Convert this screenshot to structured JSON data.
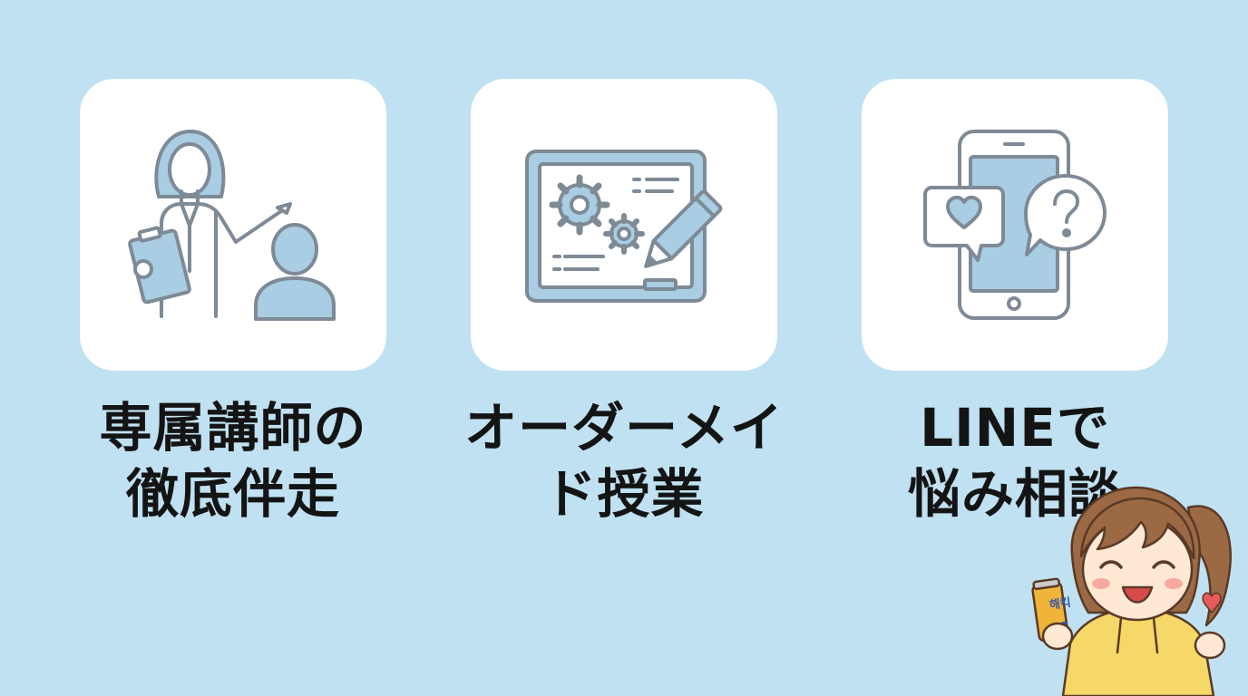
{
  "features": [
    {
      "line1": "専属講師の",
      "line2": "徹底伴走",
      "icon": "teacher-student-icon"
    },
    {
      "line1": "オーダーメイ",
      "line2": "ド授業",
      "icon": "whiteboard-gears-pencil-icon"
    },
    {
      "line1": "LINEで",
      "line2": "悩み相談",
      "icon": "smartphone-chat-icon"
    }
  ],
  "mascot": {
    "can_text": "해킥",
    "icon": "smiling-girl-mascot"
  },
  "colors": {
    "background": "#c0e1f2",
    "card": "#ffffff",
    "icon_fill": "#a9cde3",
    "icon_stroke": "#7e8a96",
    "text": "#141414"
  }
}
